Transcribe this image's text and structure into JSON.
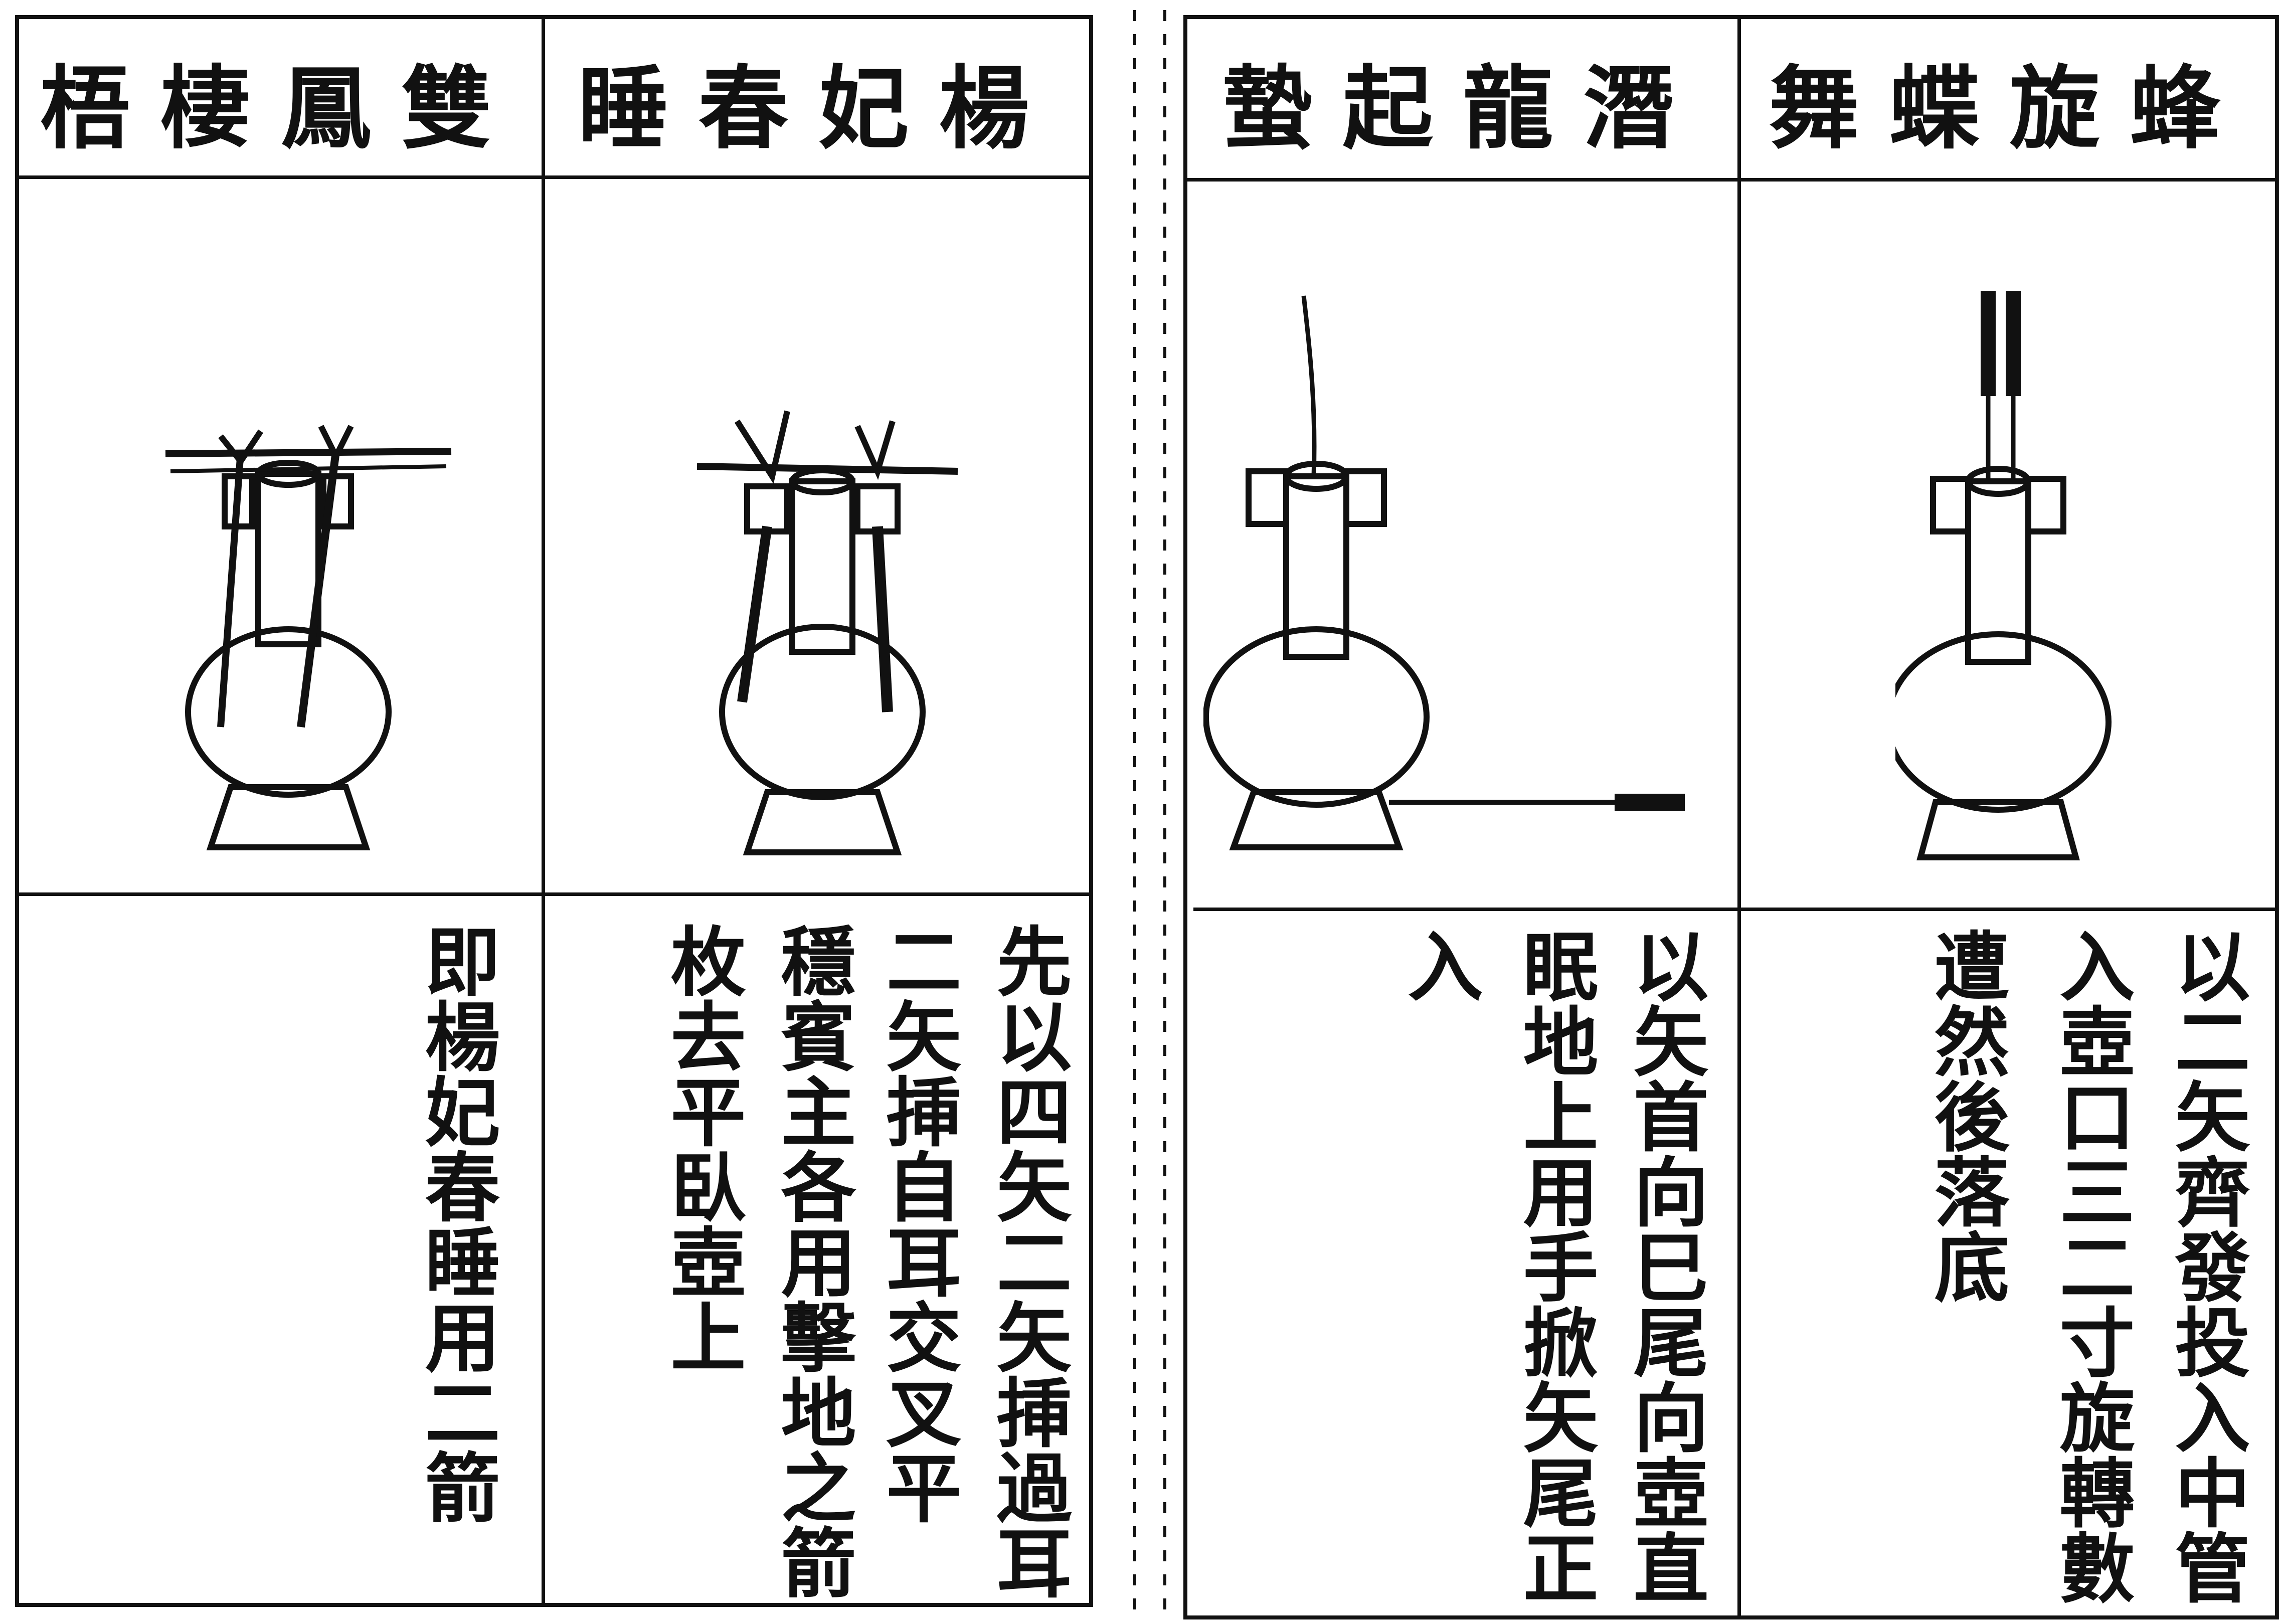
{
  "plates": [
    {
      "title": "雙鳳棲梧",
      "text": [
        "即楊妃春睡用二箭"
      ]
    },
    {
      "title": "楊妃春睡",
      "text": [
        "先以四矢二矢挿過耳",
        "二矢挿自耳交叉平",
        "穩賓主各用擊地之箭",
        "枚去平臥壺上"
      ]
    },
    {
      "title": "潛龍起蟄",
      "text": [
        "以矢首向巳尾向壺直",
        "眠地上用手掀矢尾正",
        "入"
      ]
    },
    {
      "title": "蜂旋蝶舞",
      "text": [
        "以二矢齊發投入中管",
        "入壺口三二寸旋轉數",
        "遭然後落底"
      ]
    }
  ]
}
